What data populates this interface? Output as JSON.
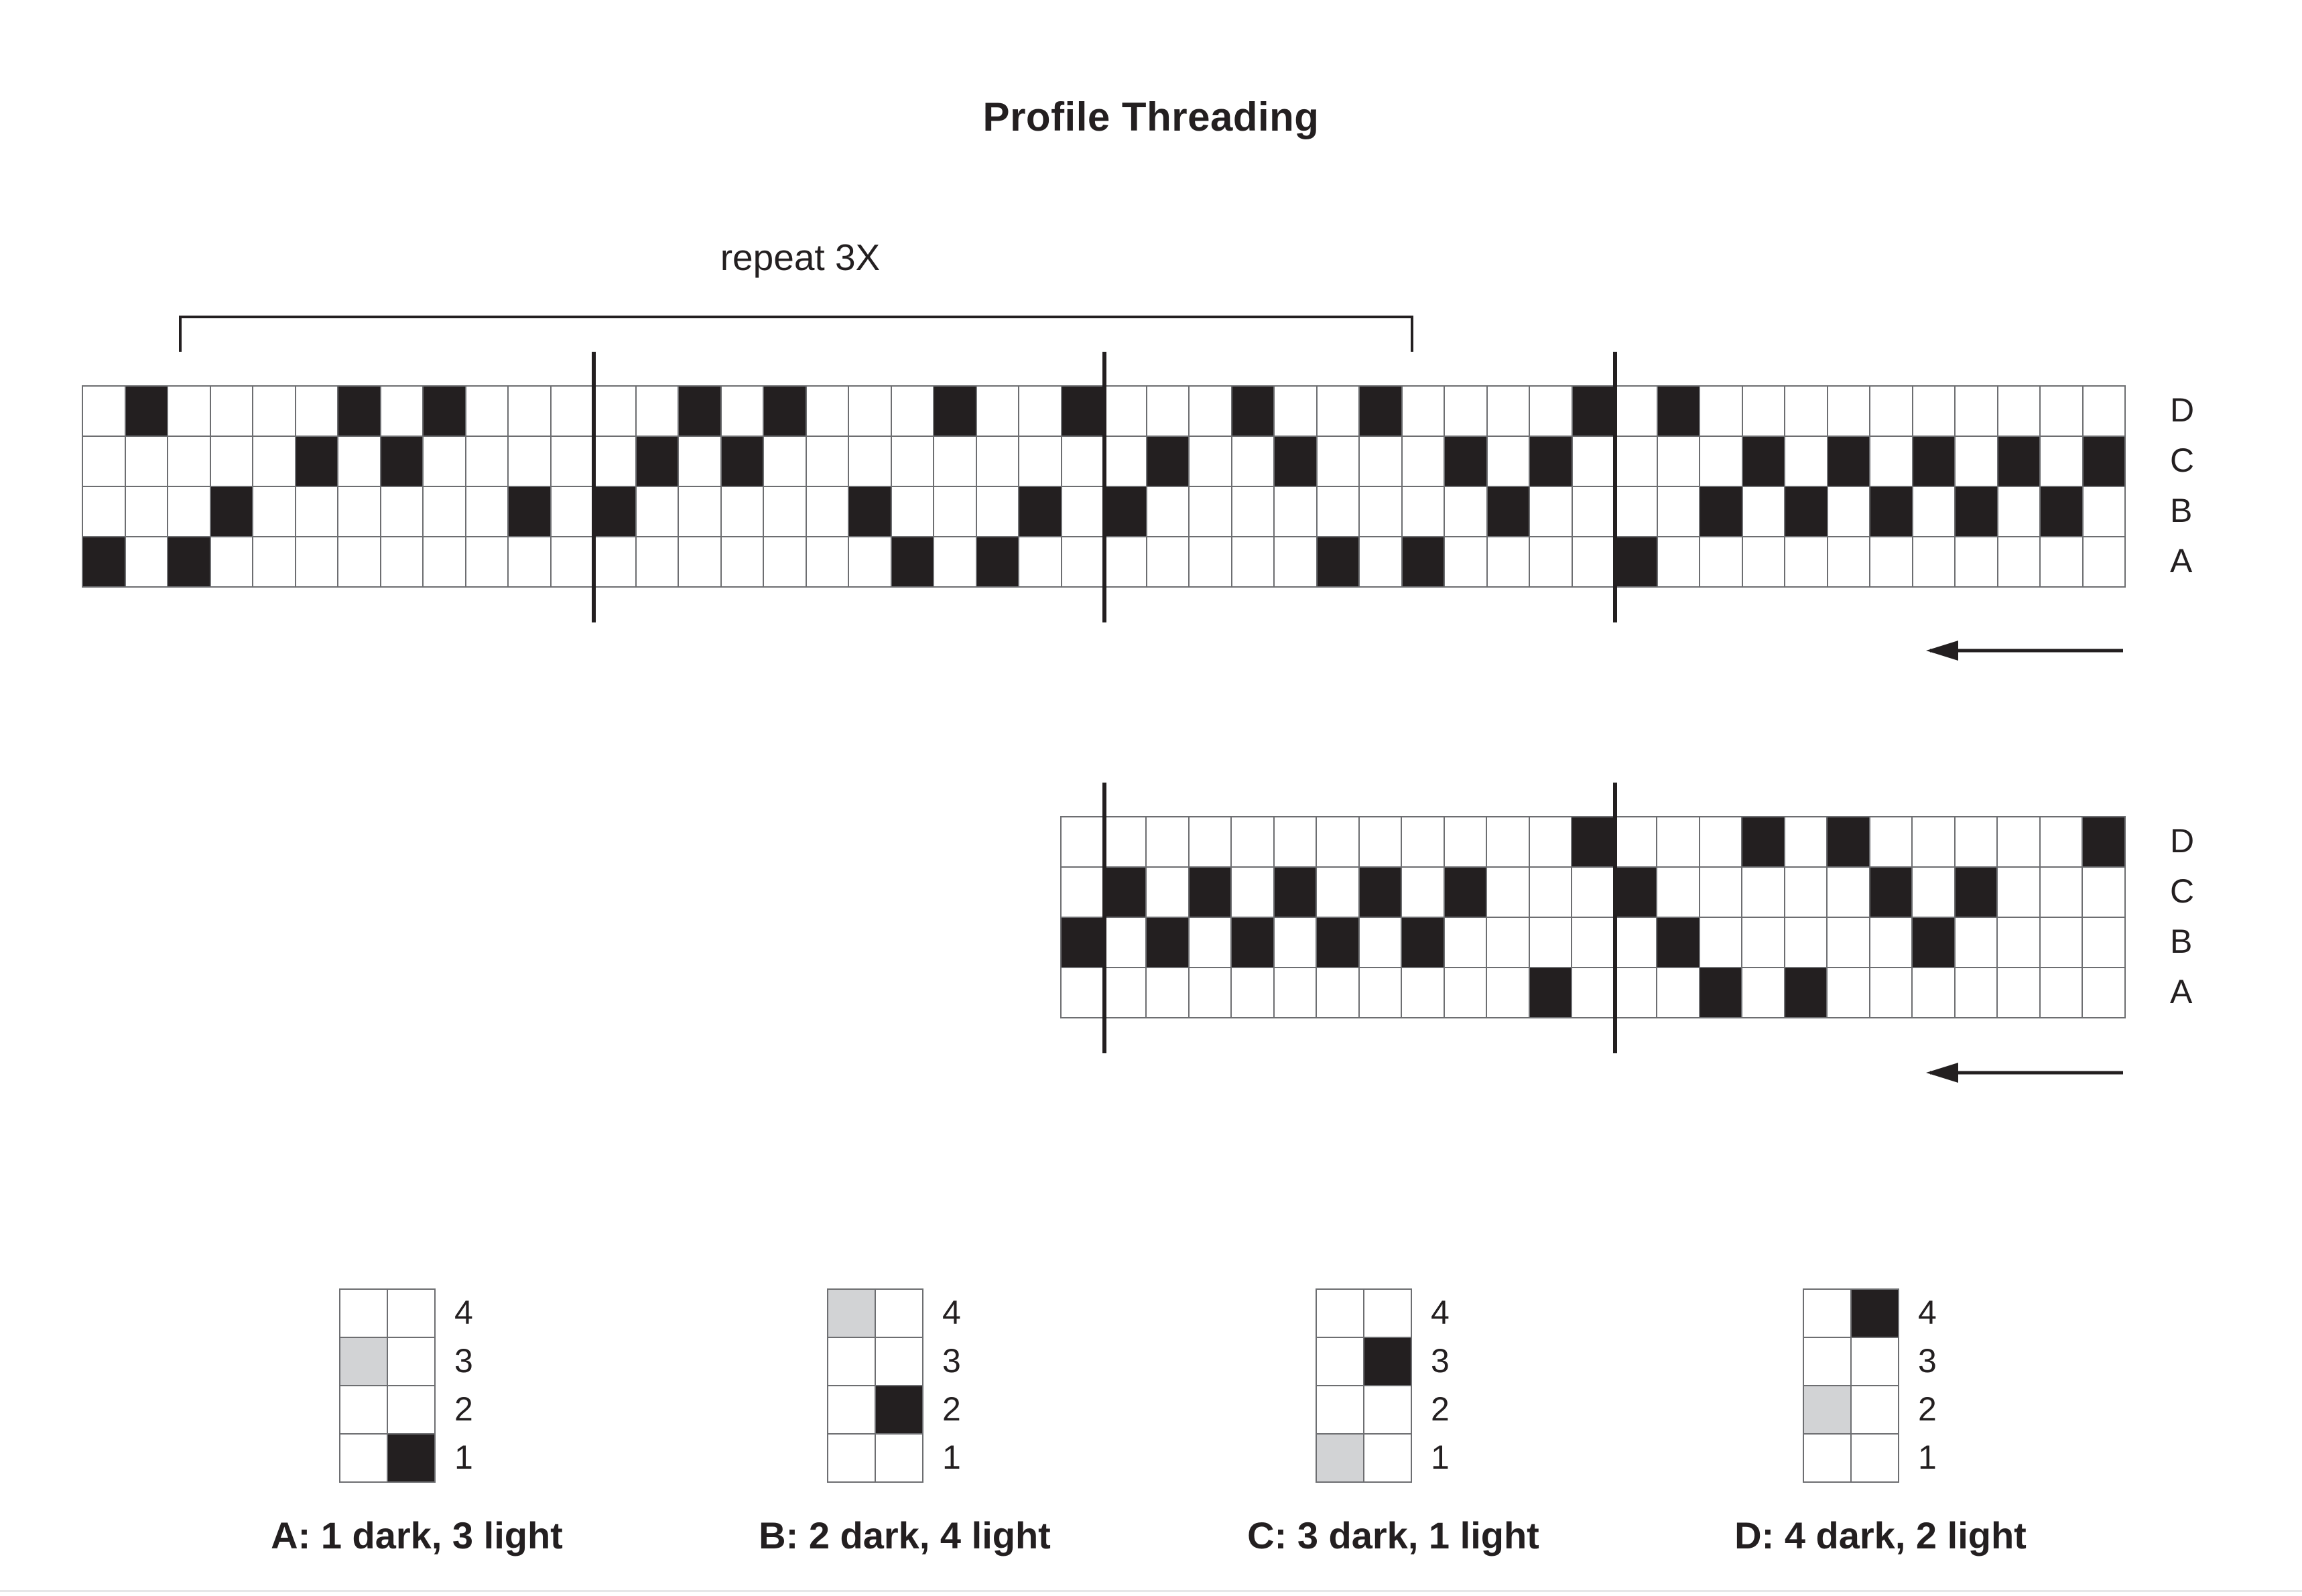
{
  "title": "Profile Threading",
  "repeat_label": "repeat 3X",
  "colors": {
    "dark_fill": "#231f20",
    "light_fill": "#d2d3d5",
    "grid_line": "#6d6e71",
    "text": "#231f20"
  },
  "threading": {
    "reading_direction": "right-to-left",
    "line1": {
      "columns": 48,
      "row_labels": [
        "D",
        "C",
        "B",
        "A"
      ],
      "rows": [
        {
          "label": "D",
          "filled_columns": [
            2,
            7,
            9,
            15,
            17,
            21,
            24,
            28,
            31,
            36,
            38
          ]
        },
        {
          "label": "C",
          "filled_columns": [
            6,
            8,
            14,
            16,
            26,
            29,
            33,
            35,
            40,
            42,
            44,
            46,
            48
          ]
        },
        {
          "label": "B",
          "filled_columns": [
            4,
            11,
            13,
            19,
            23,
            25,
            34,
            39,
            41,
            43,
            45,
            47
          ]
        },
        {
          "label": "A",
          "filled_columns": [
            1,
            3,
            20,
            22,
            30,
            32,
            37
          ]
        }
      ],
      "dividers_after_column": [
        12,
        24,
        36
      ]
    },
    "line2": {
      "columns": 25,
      "row_labels": [
        "D",
        "C",
        "B",
        "A"
      ],
      "rows": [
        {
          "label": "D",
          "filled_columns": [
            13,
            17,
            19,
            25
          ]
        },
        {
          "label": "C",
          "filled_columns": [
            2,
            4,
            6,
            8,
            10,
            14,
            20,
            22
          ]
        },
        {
          "label": "B",
          "filled_columns": [
            1,
            3,
            5,
            7,
            9,
            15,
            21
          ]
        },
        {
          "label": "A",
          "filled_columns": [
            12,
            16,
            18
          ]
        }
      ],
      "dividers_after_column": [
        1,
        13
      ]
    }
  },
  "keys": [
    {
      "letter": "A",
      "caption": "A: 1 dark, 3 light",
      "shaft_labels": [
        "4",
        "3",
        "2",
        "1"
      ],
      "dark_cell": {
        "shaft": 1,
        "column": "right"
      },
      "light_cell": {
        "shaft": 3,
        "column": "left"
      }
    },
    {
      "letter": "B",
      "caption": "B: 2 dark, 4 light",
      "shaft_labels": [
        "4",
        "3",
        "2",
        "1"
      ],
      "dark_cell": {
        "shaft": 2,
        "column": "right"
      },
      "light_cell": {
        "shaft": 4,
        "column": "left"
      }
    },
    {
      "letter": "C",
      "caption": "C: 3 dark, 1 light",
      "shaft_labels": [
        "4",
        "3",
        "2",
        "1"
      ],
      "dark_cell": {
        "shaft": 3,
        "column": "right"
      },
      "light_cell": {
        "shaft": 1,
        "column": "left"
      }
    },
    {
      "letter": "D",
      "caption": "D: 4 dark, 2 light",
      "shaft_labels": [
        "4",
        "3",
        "2",
        "1"
      ],
      "dark_cell": {
        "shaft": 4,
        "column": "right"
      },
      "light_cell": {
        "shaft": 2,
        "column": "left"
      }
    }
  ]
}
